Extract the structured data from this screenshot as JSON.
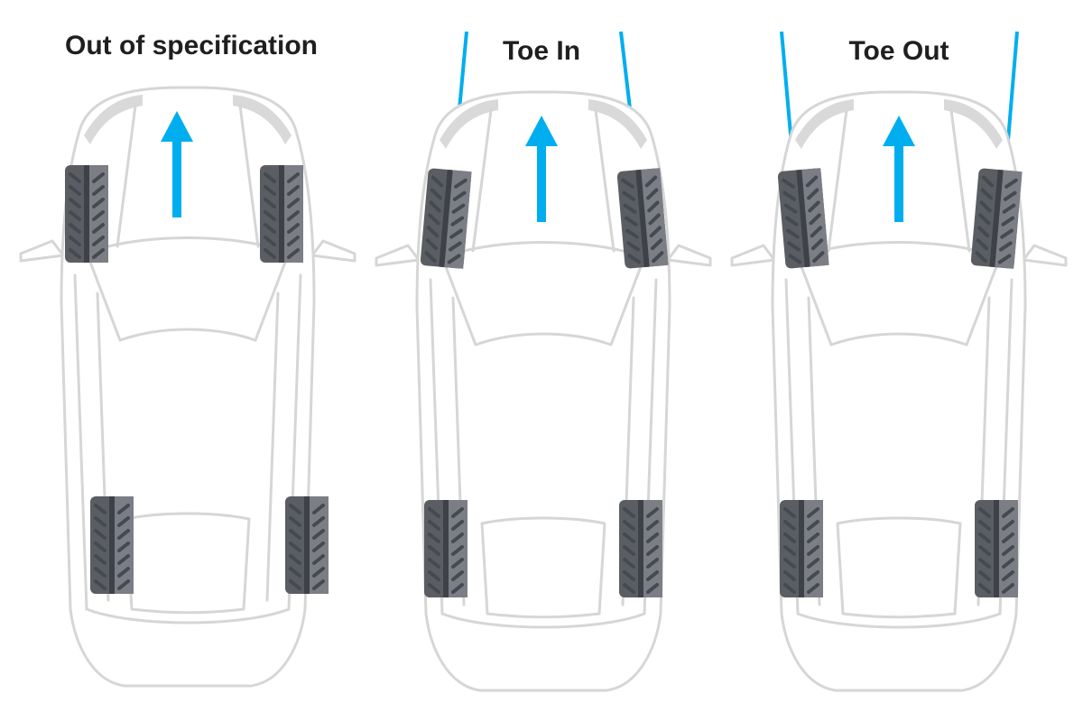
{
  "colors": {
    "accent": "#00aeef",
    "body_outline": "#d6d6d6",
    "tire_dark": "#5a5e63",
    "tire_light": "#7b7f85",
    "title_text": "#1f1f1f"
  },
  "panels": [
    {
      "title": "Out of specification",
      "front_toe": "straight",
      "alignment_lines": false
    },
    {
      "title": "Toe In",
      "front_toe": "in",
      "alignment_lines": true
    },
    {
      "title": "Toe Out",
      "front_toe": "out",
      "alignment_lines": true
    }
  ]
}
